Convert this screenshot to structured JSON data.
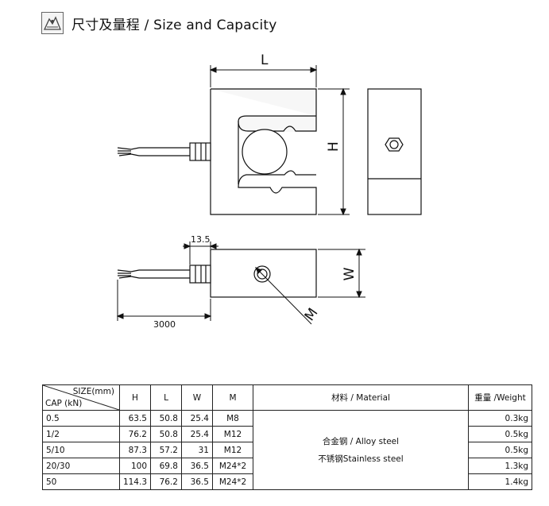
{
  "header": {
    "title": "尺寸及量程 / Size and Capacity"
  },
  "drawing": {
    "label_L": "L",
    "label_H": "H",
    "label_W": "W",
    "label_M": "M",
    "label_cable_length": "3000",
    "label_gland": "13.5"
  },
  "table": {
    "size_header": "SIZE(mm)",
    "cap_header": "CAP (kN)",
    "col_H": "H",
    "col_L": "L",
    "col_W": "W",
    "col_M": "M",
    "col_material": "材料 / Material",
    "col_weight": "重量 /Weight",
    "material_line1": "合金钢 / Alloy steel",
    "material_line2": "不锈钢Stainless steel",
    "rows": [
      {
        "cap": "0.5",
        "H": "63.5",
        "L": "50.8",
        "W": "25.4",
        "M": "M8",
        "weight": "0.3kg"
      },
      {
        "cap": "1/2",
        "H": "76.2",
        "L": "50.8",
        "W": "25.4",
        "M": "M12",
        "weight": "0.5kg"
      },
      {
        "cap": "5/10",
        "H": "87.3",
        "L": "57.2",
        "W": "31",
        "M": "M12",
        "weight": "0.5kg"
      },
      {
        "cap": "20/30",
        "H": "100",
        "L": "69.8",
        "W": "36.5",
        "M": "M24*2",
        "weight": "1.3kg"
      },
      {
        "cap": "50",
        "H": "114.3",
        "L": "76.2",
        "W": "36.5",
        "M": "M24*2",
        "weight": "1.4kg"
      }
    ]
  }
}
